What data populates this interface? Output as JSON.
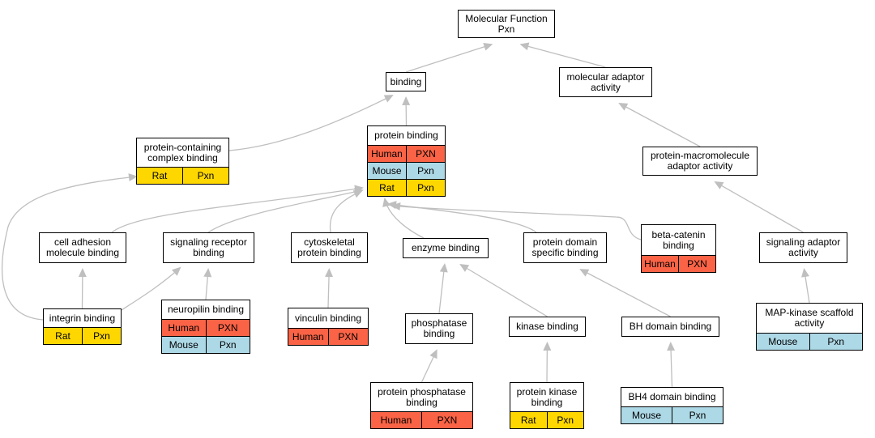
{
  "colors": {
    "Human": "#fa6346",
    "Mouse": "#add8e6",
    "Rat": "#ffd700",
    "edge": "#bfbfbf",
    "border": "#000000"
  },
  "nodes": [
    {
      "id": "root",
      "label": "Molecular Function\nPxn",
      "rows": []
    },
    {
      "id": "binding",
      "label": "binding",
      "rows": []
    },
    {
      "id": "mol_adaptor",
      "label": "molecular adaptor\nactivity",
      "rows": []
    },
    {
      "id": "pc_complex",
      "label": "protein-containing\ncomplex binding",
      "rows": [
        {
          "species": "Rat",
          "gene": "Pxn"
        }
      ]
    },
    {
      "id": "protein_binding",
      "label": "protein binding",
      "rows": [
        {
          "species": "Human",
          "gene": "PXN"
        },
        {
          "species": "Mouse",
          "gene": "Pxn"
        },
        {
          "species": "Rat",
          "gene": "Pxn"
        }
      ]
    },
    {
      "id": "pm_adaptor",
      "label": "protein-macromolecule\nadaptor activity",
      "rows": []
    },
    {
      "id": "cell_adhesion",
      "label": "cell adhesion\nmolecule binding",
      "rows": []
    },
    {
      "id": "sig_receptor",
      "label": "signaling receptor\nbinding",
      "rows": []
    },
    {
      "id": "cytoskeletal",
      "label": "cytoskeletal\nprotein binding",
      "rows": []
    },
    {
      "id": "enzyme",
      "label": "enzyme binding",
      "rows": []
    },
    {
      "id": "domain_specific",
      "label": "protein domain\nspecific binding",
      "rows": []
    },
    {
      "id": "beta_catenin",
      "label": "beta-catenin\nbinding",
      "rows": [
        {
          "species": "Human",
          "gene": "PXN"
        }
      ]
    },
    {
      "id": "sig_adaptor",
      "label": "signaling adaptor\nactivity",
      "rows": []
    },
    {
      "id": "integrin",
      "label": "integrin binding",
      "rows": [
        {
          "species": "Rat",
          "gene": "Pxn"
        }
      ]
    },
    {
      "id": "neuropilin",
      "label": "neuropilin binding",
      "rows": [
        {
          "species": "Human",
          "gene": "PXN"
        },
        {
          "species": "Mouse",
          "gene": "Pxn"
        }
      ]
    },
    {
      "id": "vinculin",
      "label": "vinculin binding",
      "rows": [
        {
          "species": "Human",
          "gene": "PXN"
        }
      ]
    },
    {
      "id": "phosphatase",
      "label": "phosphatase\nbinding",
      "rows": []
    },
    {
      "id": "kinase",
      "label": "kinase binding",
      "rows": []
    },
    {
      "id": "bh_domain",
      "label": "BH domain binding",
      "rows": []
    },
    {
      "id": "mapk_scaffold",
      "label": "MAP-kinase scaffold\nactivity",
      "rows": [
        {
          "species": "Mouse",
          "gene": "Pxn"
        }
      ]
    },
    {
      "id": "prot_phosphatase",
      "label": "protein phosphatase\nbinding",
      "rows": [
        {
          "species": "Human",
          "gene": "PXN"
        }
      ]
    },
    {
      "id": "prot_kinase",
      "label": "protein kinase\nbinding",
      "rows": [
        {
          "species": "Rat",
          "gene": "Pxn"
        }
      ]
    },
    {
      "id": "bh4_domain",
      "label": "BH4 domain binding",
      "rows": [
        {
          "species": "Mouse",
          "gene": "Pxn"
        }
      ]
    }
  ],
  "edges": [
    {
      "from": "binding",
      "to": "root"
    },
    {
      "from": "mol_adaptor",
      "to": "root"
    },
    {
      "from": "protein_binding",
      "to": "binding"
    },
    {
      "from": "pc_complex",
      "to": "binding"
    },
    {
      "from": "pm_adaptor",
      "to": "mol_adaptor"
    },
    {
      "from": "cell_adhesion",
      "to": "protein_binding"
    },
    {
      "from": "sig_receptor",
      "to": "protein_binding"
    },
    {
      "from": "cytoskeletal",
      "to": "protein_binding"
    },
    {
      "from": "enzyme",
      "to": "protein_binding"
    },
    {
      "from": "domain_specific",
      "to": "protein_binding"
    },
    {
      "from": "beta_catenin",
      "to": "protein_binding"
    },
    {
      "from": "sig_adaptor",
      "to": "pm_adaptor"
    },
    {
      "from": "integrin",
      "to": "cell_adhesion"
    },
    {
      "from": "integrin",
      "to": "pc_complex"
    },
    {
      "from": "integrin",
      "to": "sig_receptor"
    },
    {
      "from": "neuropilin",
      "to": "sig_receptor"
    },
    {
      "from": "vinculin",
      "to": "cytoskeletal"
    },
    {
      "from": "phosphatase",
      "to": "enzyme"
    },
    {
      "from": "kinase",
      "to": "enzyme"
    },
    {
      "from": "bh_domain",
      "to": "domain_specific"
    },
    {
      "from": "mapk_scaffold",
      "to": "sig_adaptor"
    },
    {
      "from": "prot_phosphatase",
      "to": "phosphatase"
    },
    {
      "from": "prot_kinase",
      "to": "kinase"
    },
    {
      "from": "bh4_domain",
      "to": "bh_domain"
    }
  ]
}
